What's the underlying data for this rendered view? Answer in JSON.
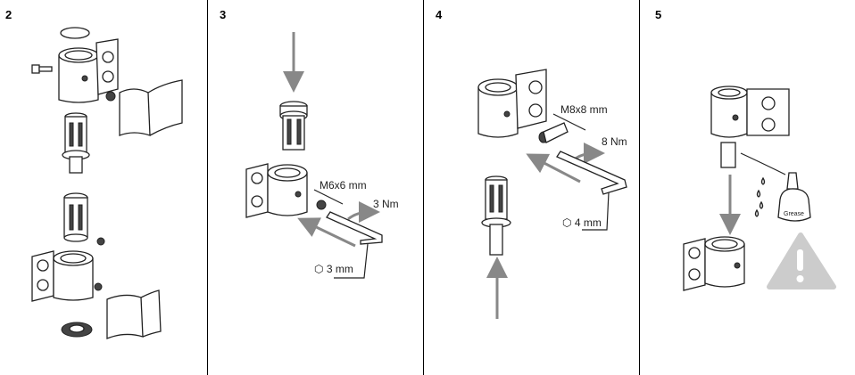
{
  "steps": [
    {
      "number": "2"
    },
    {
      "number": "3",
      "screw_size": "M6x6 mm",
      "torque": "3 Nm",
      "hex_key": "3 mm"
    },
    {
      "number": "4",
      "screw_size": "M8x8 mm",
      "torque": "8 Nm",
      "hex_key": "4 mm"
    },
    {
      "number": "5",
      "grease_label": "Grease"
    }
  ],
  "icons": [
    "hex-key-icon",
    "warning-triangle-icon",
    "grease-tube-icon",
    "arrow-icon"
  ],
  "colors": {
    "arrow": "#888888",
    "line": "#222222",
    "warning_fill": "#cccccc"
  }
}
